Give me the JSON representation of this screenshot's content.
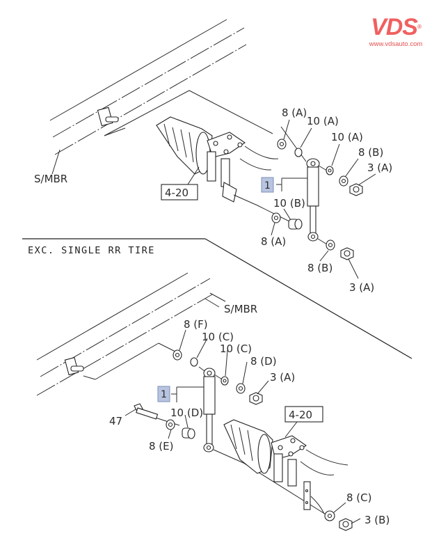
{
  "logo": {
    "brand": "VDS",
    "registered": "®",
    "url": "www.vdsauto.com",
    "color": "#f06060"
  },
  "upper_view": {
    "frame_label": "S/MBR",
    "assembly_ref": "4-20",
    "highlight_part": "1",
    "callouts": [
      "8 (A)",
      "10 (A)",
      "10 (A)",
      "8 (B)",
      "3 (A)",
      "10 (B)",
      "8 (A)",
      "8 (B)",
      "3 (A)"
    ]
  },
  "lower_view": {
    "section_title": "EXC. SINGLE RR TIRE",
    "frame_label": "S/MBR",
    "assembly_ref": "4-20",
    "highlight_part": "1",
    "callouts": [
      "8 (F)",
      "10 (C)",
      "10 (C)",
      "8 (D)",
      "3 (A)",
      "47",
      "10 (D)",
      "8 (E)",
      "8 (C)",
      "3 (B)"
    ]
  },
  "colors": {
    "highlight_fill": "#b8c4e0",
    "line": "#1e1e1e"
  }
}
